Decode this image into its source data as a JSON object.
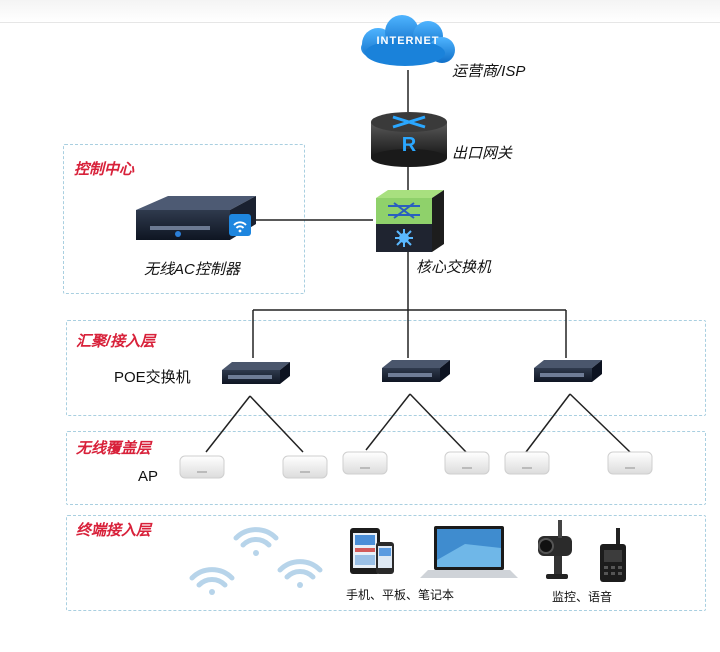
{
  "internet": {
    "cloud_text": "INTERNET",
    "label": "运营商/ISP"
  },
  "gateway": {
    "router_letter": "R",
    "label": "出口网关"
  },
  "core": {
    "label": "核心交换机"
  },
  "control_center": {
    "title": "控制中心",
    "controller_label": "无线AC控制器"
  },
  "aggregation": {
    "title": "汇聚/接入层",
    "device_label": "POE交换机"
  },
  "coverage": {
    "title": "无线覆盖层",
    "device_label": "AP"
  },
  "terminal": {
    "title": "终端接入层",
    "devices_label": "手机、平板、笔记本",
    "security_label": "监控、语音"
  },
  "colors": {
    "zone_title": "#d8213a",
    "zone_border": "#a9cfe0",
    "cloud": "#1f8fe6",
    "core_switch": "#8fd16b",
    "wifi": "#b7d4ea"
  }
}
